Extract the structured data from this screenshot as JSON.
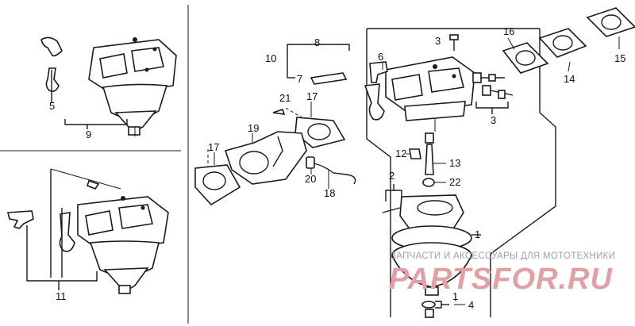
{
  "callouts": {
    "c1a": "1",
    "c1b": "1",
    "c2": "2",
    "c3a": "3",
    "c3b": "3",
    "c4": "4",
    "c5": "5",
    "c6": "6",
    "c7": "7",
    "c8": "8",
    "c9": "9",
    "c10": "10",
    "c11": "11",
    "c12": "12",
    "c13": "13",
    "c14": "14",
    "c15": "15",
    "c16": "16",
    "c17a": "17",
    "c17b": "17",
    "c18": "18",
    "c19": "19",
    "c20": "20",
    "c21": "21",
    "c22": "22"
  },
  "watermark": {
    "caption": "ЗАПЧАСТИ И АКСЕССУАРЫ ДЛЯ МОТОТЕХНИКИ",
    "logo": "PARTSFOR.RU"
  }
}
